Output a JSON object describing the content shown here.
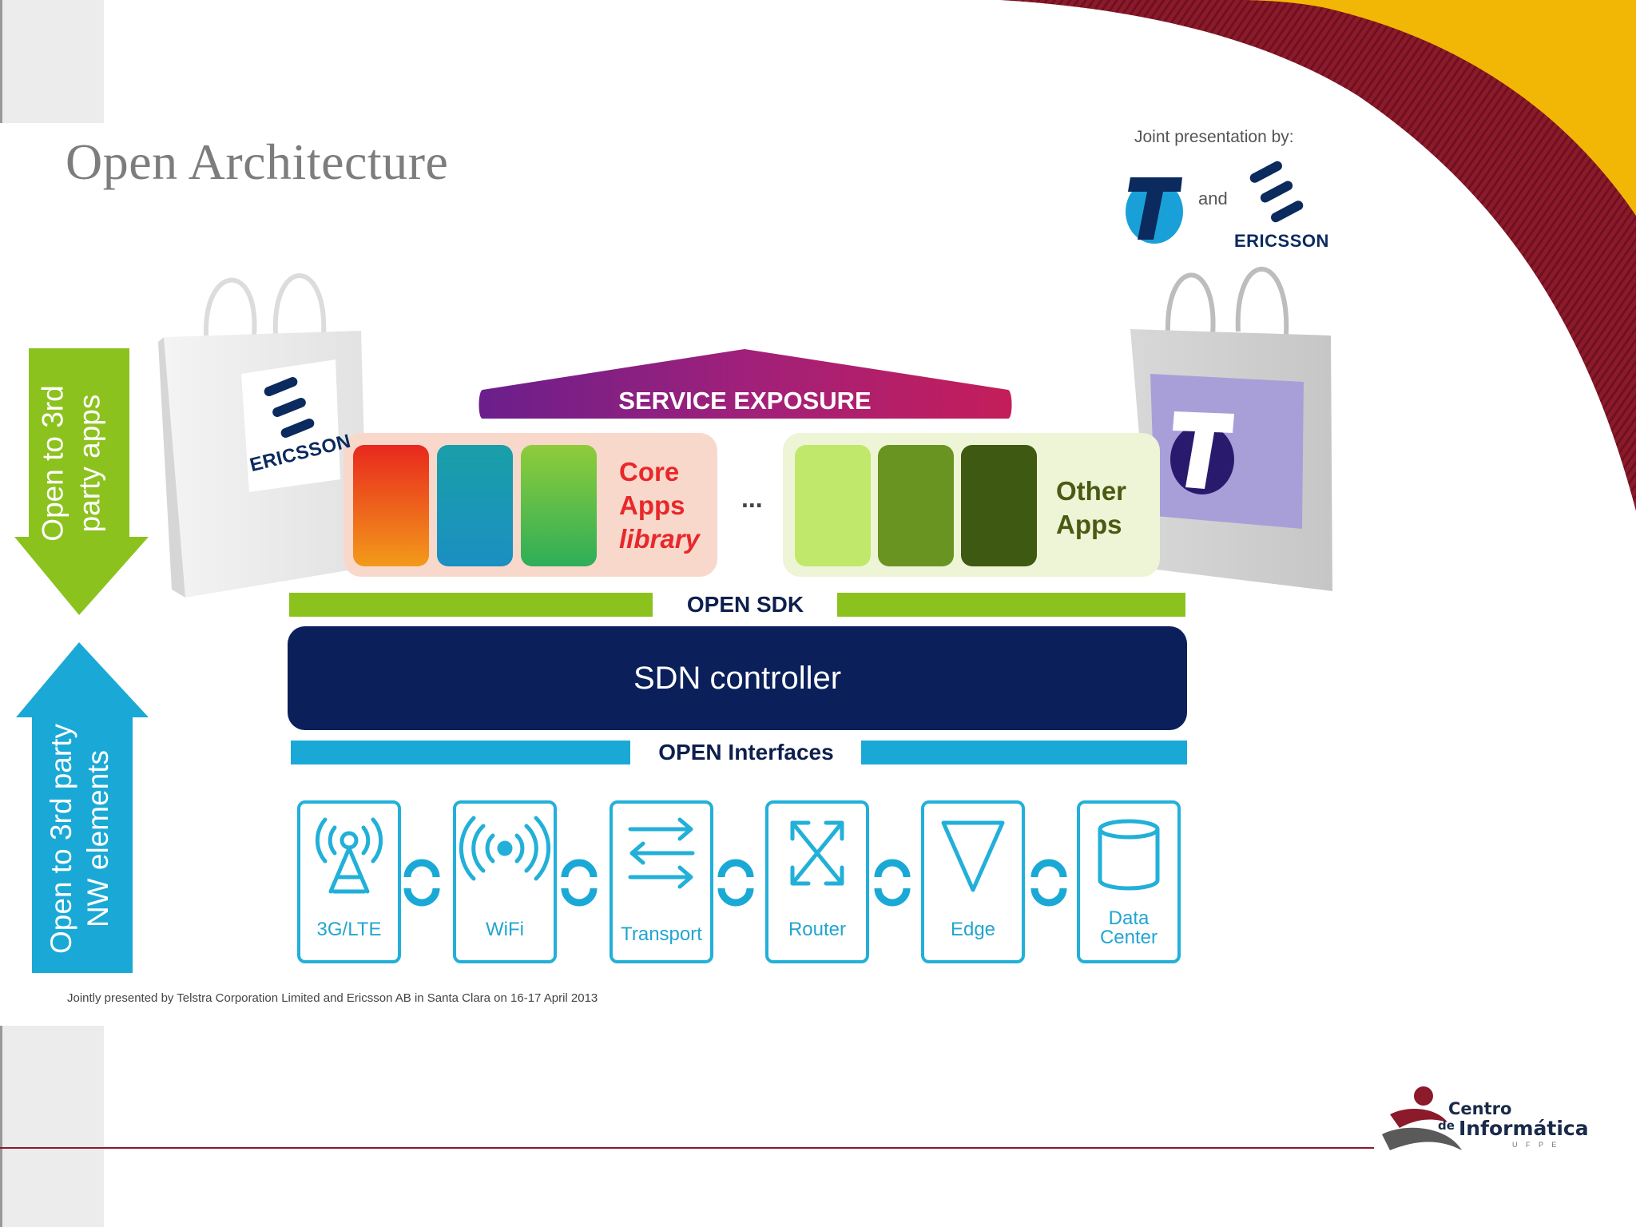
{
  "slide": {
    "title": "Open Architecture",
    "joint_presentation": "Joint presentation by:",
    "and_text": "and",
    "ericsson_logo_text": "ERICSSON",
    "footer_note": "Jointly presented by Telstra Corporation Limited and Ericsson AB in Santa Clara on 16-17 April 2013"
  },
  "left_arrows": {
    "apps_arrow": {
      "line1": "Open  to 3rd",
      "line2": "party apps",
      "color": "#8cc21e"
    },
    "nw_arrow": {
      "line1": "Open  to 3rd party",
      "line2": "NW elements",
      "color": "#1aa9d6"
    }
  },
  "bags": {
    "left_bag_logo": "ERICSSON",
    "right_bag_logo": "T"
  },
  "diagram": {
    "service_exposure": "SERVICE EXPOSURE",
    "core_apps": {
      "line1": "Core",
      "line2": "Apps",
      "line3": "library"
    },
    "ellipsis": "...",
    "other_apps": {
      "line1": "Other",
      "line2": "Apps"
    },
    "open_sdk": "OPEN SDK",
    "sdn_controller": "SDN controller",
    "open_interfaces": "OPEN Interfaces",
    "network_elements": [
      {
        "label": "3G/LTE",
        "icon": "antenna-icon"
      },
      {
        "label": "WiFi",
        "icon": "wifi-icon"
      },
      {
        "label": "Transport",
        "icon": "transport-arrows-icon"
      },
      {
        "label": "Router",
        "icon": "router-icon"
      },
      {
        "label": "Edge",
        "icon": "edge-triangle-icon"
      },
      {
        "label": "Data",
        "label2": "Center",
        "icon": "database-icon"
      }
    ]
  },
  "branding": {
    "centro": "Centro",
    "de": "de",
    "informatica": "Informática",
    "ufpe": "U F P E"
  },
  "colors": {
    "sdn_blue": "#0b1f5a",
    "sdk_green": "#8cc21e",
    "interfaces_blue": "#1aa9d6",
    "core_red": "#e8282a",
    "accent_maroon": "#8b1a2a",
    "accent_yellow": "#f2b705"
  }
}
